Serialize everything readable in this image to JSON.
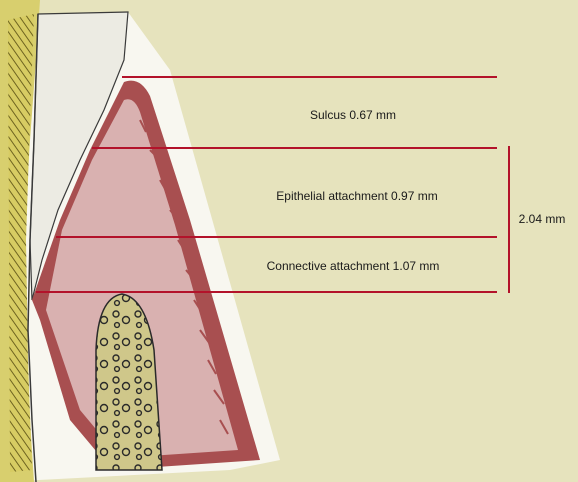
{
  "labels": {
    "sulcus": "Sulcus 0.67 mm",
    "epithelial": "Epithelial attachment 0.97 mm",
    "connective": "Connective attachment 1.07 mm",
    "total": "2.04 mm"
  },
  "colors": {
    "background": "#e6e3bd",
    "line": "#b3122a",
    "gingiva": "#d9b1b0",
    "gingiva_border": "#a84f50",
    "bone": "#cfc78a",
    "enamel": "#ecebe3",
    "tooth_stripe": "#b5a93a"
  }
}
